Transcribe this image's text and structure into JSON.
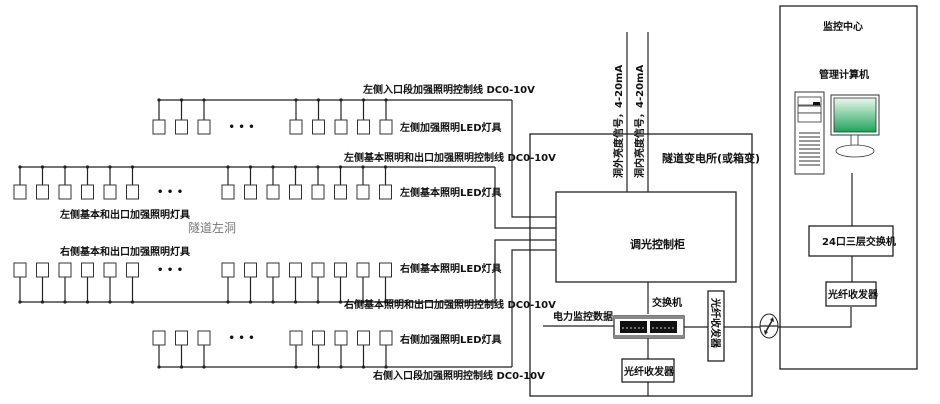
{
  "diagram": {
    "title": "隧道照明调光控制系统",
    "tunnel_label": "隧道左洞",
    "lighting_rows": [
      {
        "id": "left-entrance",
        "control_line": "左侧入口段加强照明控制线 DC0-10V",
        "fixture_label": "左侧加强照明LED灯具",
        "lamps_before_ellipsis": 3,
        "lamps_after_ellipsis": 5
      },
      {
        "id": "left-basic",
        "control_line": "左侧基本照明和出口加强照明控制线 DC0-10V",
        "fixture_label": "左侧基本照明LED灯具",
        "group_label": "左侧基本和出口加强照明灯具",
        "lamps_before_ellipsis": 6,
        "lamps_after_ellipsis": 8
      },
      {
        "id": "right-basic",
        "control_line": "右侧基本照明和出口加强照明控制线 DC0-10V",
        "fixture_label": "右侧基本照明LED灯具",
        "group_label": "右侧基本和出口加强照明灯具",
        "lamps_before_ellipsis": 6,
        "lamps_after_ellipsis": 8
      },
      {
        "id": "right-entrance",
        "control_line": "右侧入口段加强照明控制线 DC0-10V",
        "fixture_label": "右侧加强照明LED灯具",
        "lamps_before_ellipsis": 3,
        "lamps_after_ellipsis": 5
      }
    ],
    "ellipsis": "• • •",
    "signals": [
      "洞外亮度信号，4-20mA",
      "洞内亮度信号，4-20mA"
    ],
    "substation": {
      "title": "隧道变电所(或箱变)",
      "dimming_cabinet": "调光控制柜",
      "power_monitor": "电力监控数据",
      "switch": "交换机",
      "fiber_transceiver_vertical": "光纤收发器",
      "fiber_transceiver_bottom": "光纤收发器"
    },
    "control_center": {
      "title": "监控中心",
      "computer": "管理计算机",
      "core_switch": "24口三层交换机",
      "fiber_transceiver": "光纤收发器"
    },
    "colors": {
      "line": "#222222",
      "monitor_screen_top": "#e8f8ee",
      "monitor_screen_bottom": "#1fa35a",
      "tunnel_label": "#777777"
    }
  }
}
